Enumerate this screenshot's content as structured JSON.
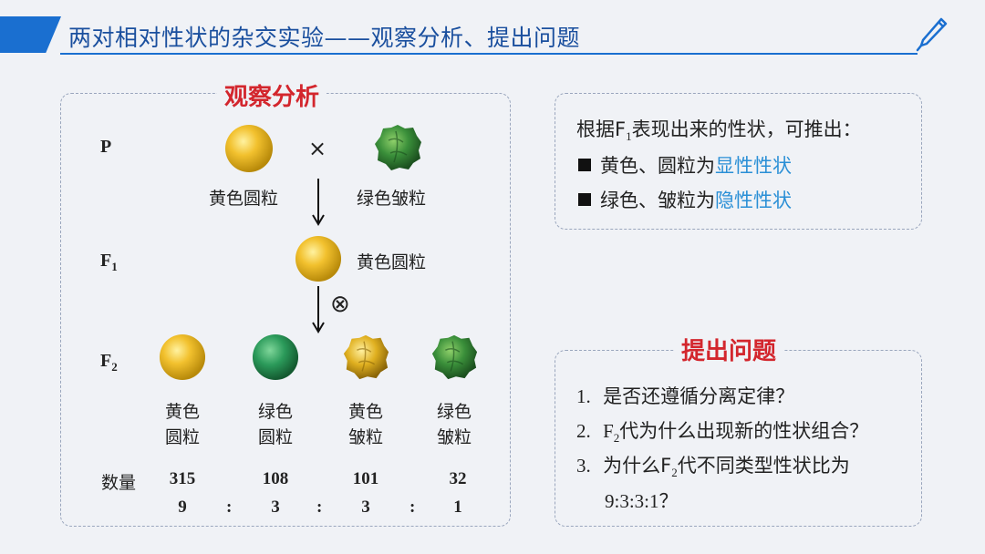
{
  "header": {
    "title": "两对相对性状的杂交实验——观察分析、提出问题"
  },
  "observe": {
    "label": "观察分析",
    "p_label": "P",
    "f1_label": "F",
    "f1_sub": "1",
    "f2_label": "F",
    "f2_sub": "2",
    "cross_symbol": "×",
    "self_symbol": "⊗",
    "parent_yellow_round": "黄色圆粒",
    "parent_green_wrinkled": "绿色皱粒",
    "f1_phenotype": "黄色圆粒",
    "f2": [
      {
        "line1": "黄色",
        "line2": "圆粒",
        "count": "315",
        "ratio": "9"
      },
      {
        "line1": "绿色",
        "line2": "圆粒",
        "count": "108",
        "ratio": "3"
      },
      {
        "line1": "黄色",
        "line2": "皱粒",
        "count": "101",
        "ratio": "3"
      },
      {
        "line1": "绿色",
        "line2": "皱粒",
        "count": "32",
        "ratio": "1"
      }
    ],
    "count_label": "数量",
    "colon": ":"
  },
  "conclusion": {
    "intro_a": "根据F",
    "intro_sub": "1",
    "intro_b": "表现出来的性状，可推出：",
    "item1_a": "黄色、圆粒为",
    "item1_b": "显性性状",
    "item2_a": "绿色、皱粒为",
    "item2_b": "隐性性状"
  },
  "questions": {
    "label": "提出问题",
    "q1_num": "1.",
    "q1": "是否还遵循分离定律？",
    "q2_num": "2.",
    "q2_a": "F",
    "q2_sub": "2",
    "q2_b": "代为什么出现新的性状组合？",
    "q3_num": "3.",
    "q3_a": "为什么F",
    "q3_sub": "2",
    "q3_b": "代不同类型性状比为",
    "q3_c": "9:3:3:1？"
  },
  "colors": {
    "accent": "#1a6fd0",
    "label_red": "#d3262d",
    "highlight": "#2a8fd6",
    "yellow_pea": "#f2c12e",
    "green_pea": "#3a8f3a"
  },
  "icons": {
    "pen": "pen-icon"
  }
}
